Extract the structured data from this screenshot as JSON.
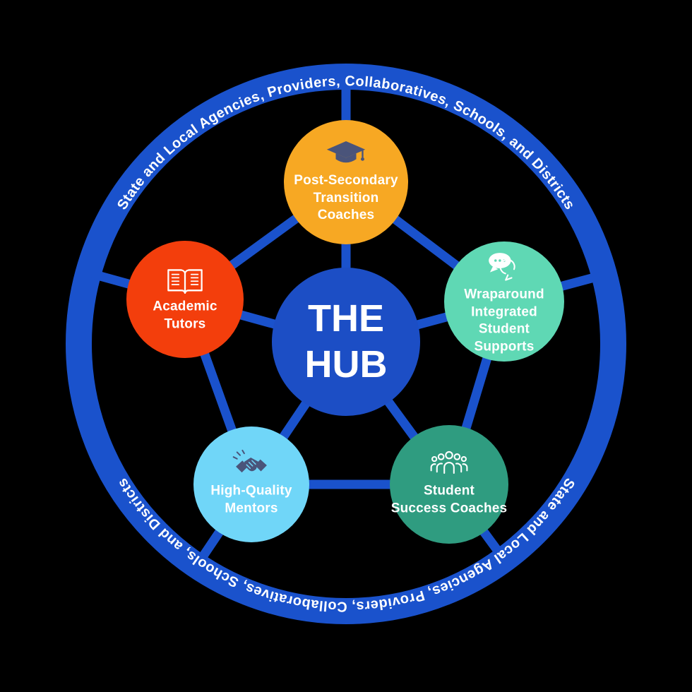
{
  "diagram": {
    "outer_ring_text_top": "State and Local Agencies, Providers, Collaboratives, Schools, and Districts",
    "outer_ring_text_bottom": "State and Local Agencies, Providers, Collaboratives, Schools, and Districts",
    "hub": {
      "label": "THE\nHUB",
      "color": "#1C4EC5"
    },
    "nodes": [
      {
        "id": "post-secondary-transition-coaches",
        "position": "top",
        "label": "Post-Secondary\nTransition\nCoaches",
        "icon": "graduation-cap-icon",
        "color": "#F7A823"
      },
      {
        "id": "wraparound-integrated-student-supports",
        "position": "right",
        "label": "Wraparound\nIntegrated\nStudent\nSupports",
        "icon": "speech-bubbles-icon",
        "color": "#5FD8B4"
      },
      {
        "id": "student-success-coaches",
        "position": "bottom-right",
        "label": "Student\nSuccess Coaches",
        "icon": "people-group-icon",
        "color": "#2F9C80"
      },
      {
        "id": "high-quality-mentors",
        "position": "bottom-left",
        "label": "High-Quality\nMentors",
        "icon": "handshake-icon",
        "color": "#70D6F8"
      },
      {
        "id": "academic-tutors",
        "position": "left",
        "label": "Academic\nTutors",
        "icon": "open-book-icon",
        "color": "#F33E0C"
      }
    ],
    "colors": {
      "ring": "#1A52CC",
      "connector": "#1A52CC",
      "hub": "#1C4EC5",
      "icon_navy": "#4A547A",
      "text": "#FFFFFF",
      "background": "#000000"
    }
  }
}
